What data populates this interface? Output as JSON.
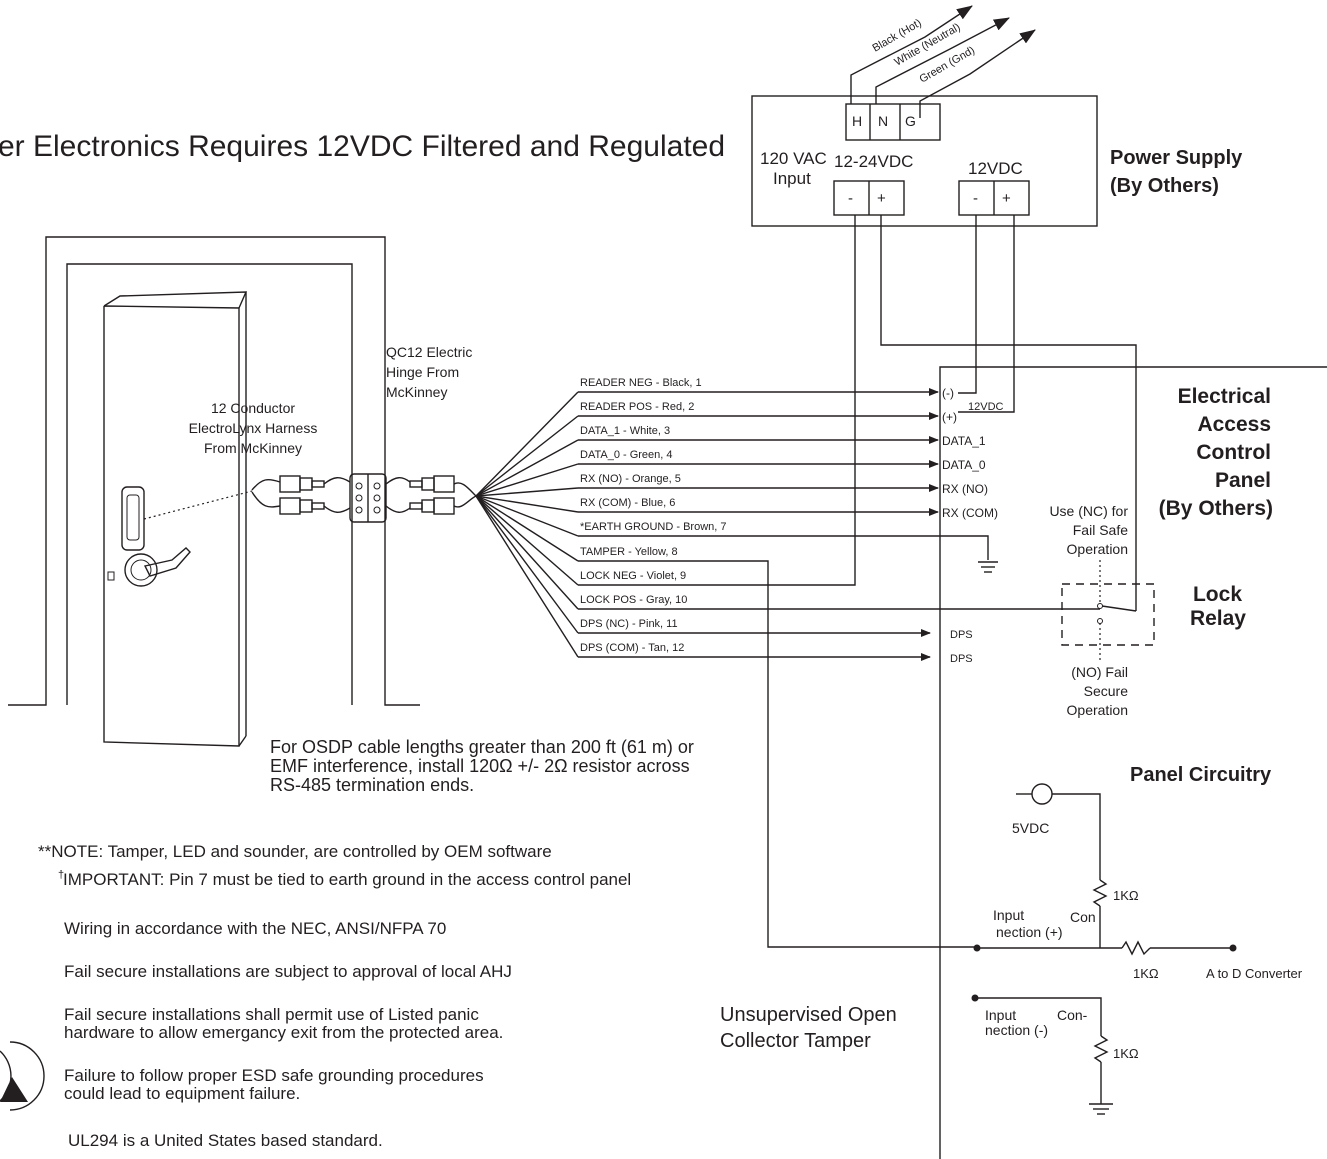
{
  "header": {
    "title": "er Electronics Requires 12VDC  Filtered and Regulated"
  },
  "power_supply": {
    "mains": [
      {
        "label": "Black (Hot)"
      },
      {
        "label": "White (Neutral)"
      },
      {
        "label": "Green (Gnd)"
      }
    ],
    "terminals": [
      "H",
      "N",
      "G"
    ],
    "input_label_1": "120 VAC",
    "input_label_2": "Input",
    "out1_label": "12-24VDC",
    "out2_label": "12VDC",
    "minus": "-",
    "plus": "+",
    "title_1": "Power Supply",
    "title_2": "(By Others)"
  },
  "door": {
    "harness_1": "12 Conductor",
    "harness_2": "ElectroLynx Harness",
    "harness_3": "From McKinney",
    "hinge_1": "QC12 Electric",
    "hinge_2": "Hinge From",
    "hinge_3": "McKinney"
  },
  "wires": [
    "READER NEG - Black, 1",
    "READER POS - Red, 2",
    "DATA_1 - White, 3",
    "DATA_0 - Green, 4",
    "RX (NO) - Orange, 5",
    "RX (COM) - Blue, 6",
    "*EARTH GROUND - Brown, 7",
    "TAMPER - Yellow, 8",
    "LOCK NEG - Violet, 9",
    "LOCK POS - Gray, 10",
    "DPS (NC) - Pink, 11",
    "DPS (COM) - Tan, 12"
  ],
  "panel": {
    "title_1": "Electrical",
    "title_2": "Access",
    "title_3": "Control",
    "title_4": "Panel",
    "title_5": "(By Others)",
    "term_neg": "(-)",
    "term_pos": "(+)",
    "term_12vdc": "12VDC",
    "term_data1": "DATA_1",
    "term_data0": "DATA_0",
    "term_rxno": "RX (NO)",
    "term_rxcom": "RX (COM)",
    "dps_1": "DPS",
    "dps_2": "DPS",
    "nc_1": "Use (NC) for",
    "nc_2": "Fail Safe",
    "nc_3": "Operation",
    "no_1": "(NO) Fail",
    "no_2": "Secure",
    "no_3": "Operation",
    "relay_1": "Lock",
    "relay_2": "Relay"
  },
  "circuit": {
    "title": "Panel Circuitry",
    "v5": "5VDC",
    "r1": "1KΩ",
    "r2": "1KΩ",
    "r3": "1KΩ",
    "in_plus_1": "Input",
    "in_plus_2": "Con",
    "in_plus_3": "nection (+)",
    "in_minus_1": "Input",
    "in_minus_2": "Con-",
    "in_minus_3": "nection (-)",
    "adc": "A to D Converter",
    "tamper_1": "Unsupervised Open",
    "tamper_2": "Collector Tamper"
  },
  "osdp_note": [
    "For OSDP cable lengths greater than 200 ft (61 m) or",
    "EMF interference, install 120Ω +/- 2Ω resistor across",
    "RS-485 termination ends."
  ],
  "notes": {
    "n1": "**NOTE: Tamper, LED and sounder, are controlled by OEM software",
    "n2_mark": "†",
    "n2": "IMPORTANT: Pin 7 must be tied to earth ground in the access control panel",
    "n3": "Wiring in accordance with the NEC, ANSI/NFPA 70",
    "n4": "Fail secure installations are subject to approval of local AHJ",
    "n5_1": "Fail secure installations shall permit use of Listed panic",
    "n5_2": "hardware to allow emergancy exit from the protected area.",
    "n6_1": "Failure to follow proper ESD safe grounding procedures",
    "n6_2": "could lead to equipment failure.",
    "n7": "UL294 is a United States based standard."
  }
}
